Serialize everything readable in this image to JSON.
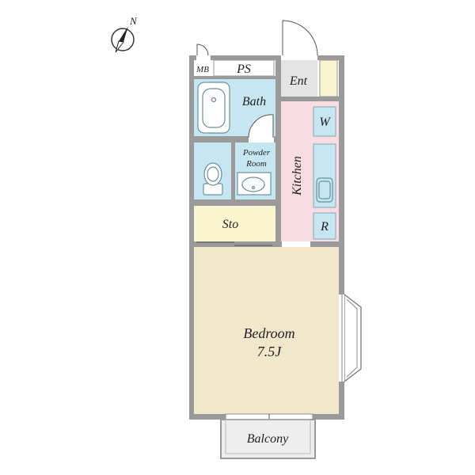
{
  "compass": {
    "north_label": "N",
    "icon": "north-arrow-icon"
  },
  "rooms": {
    "mb": "MB",
    "ps": "PS",
    "entrance": "Ent",
    "bath": "Bath",
    "washer": "W",
    "powder_room_line1": "Powder",
    "powder_room_line2": "Room",
    "kitchen": "Kitchen",
    "refrigerator": "R",
    "storage": "Sto",
    "bedroom": "Bedroom",
    "bedroom_size": "7.5J",
    "balcony": "Balcony"
  },
  "fixtures": {
    "bathtub": "bathtub-icon",
    "toilet": "toilet-icon",
    "washbasin": "washbasin-icon",
    "sink": "kitchen-sink-icon"
  },
  "colors": {
    "wall": "#9a9a9a",
    "wet_area": "#c6e6f1",
    "kitchen": "#f7dde1",
    "bedroom": "#f1e8cc",
    "storage": "#fbf5cf",
    "entrance": "#e4e4e4",
    "balcony": "#eeeeee",
    "fixture_line": "#6a8fa0"
  }
}
